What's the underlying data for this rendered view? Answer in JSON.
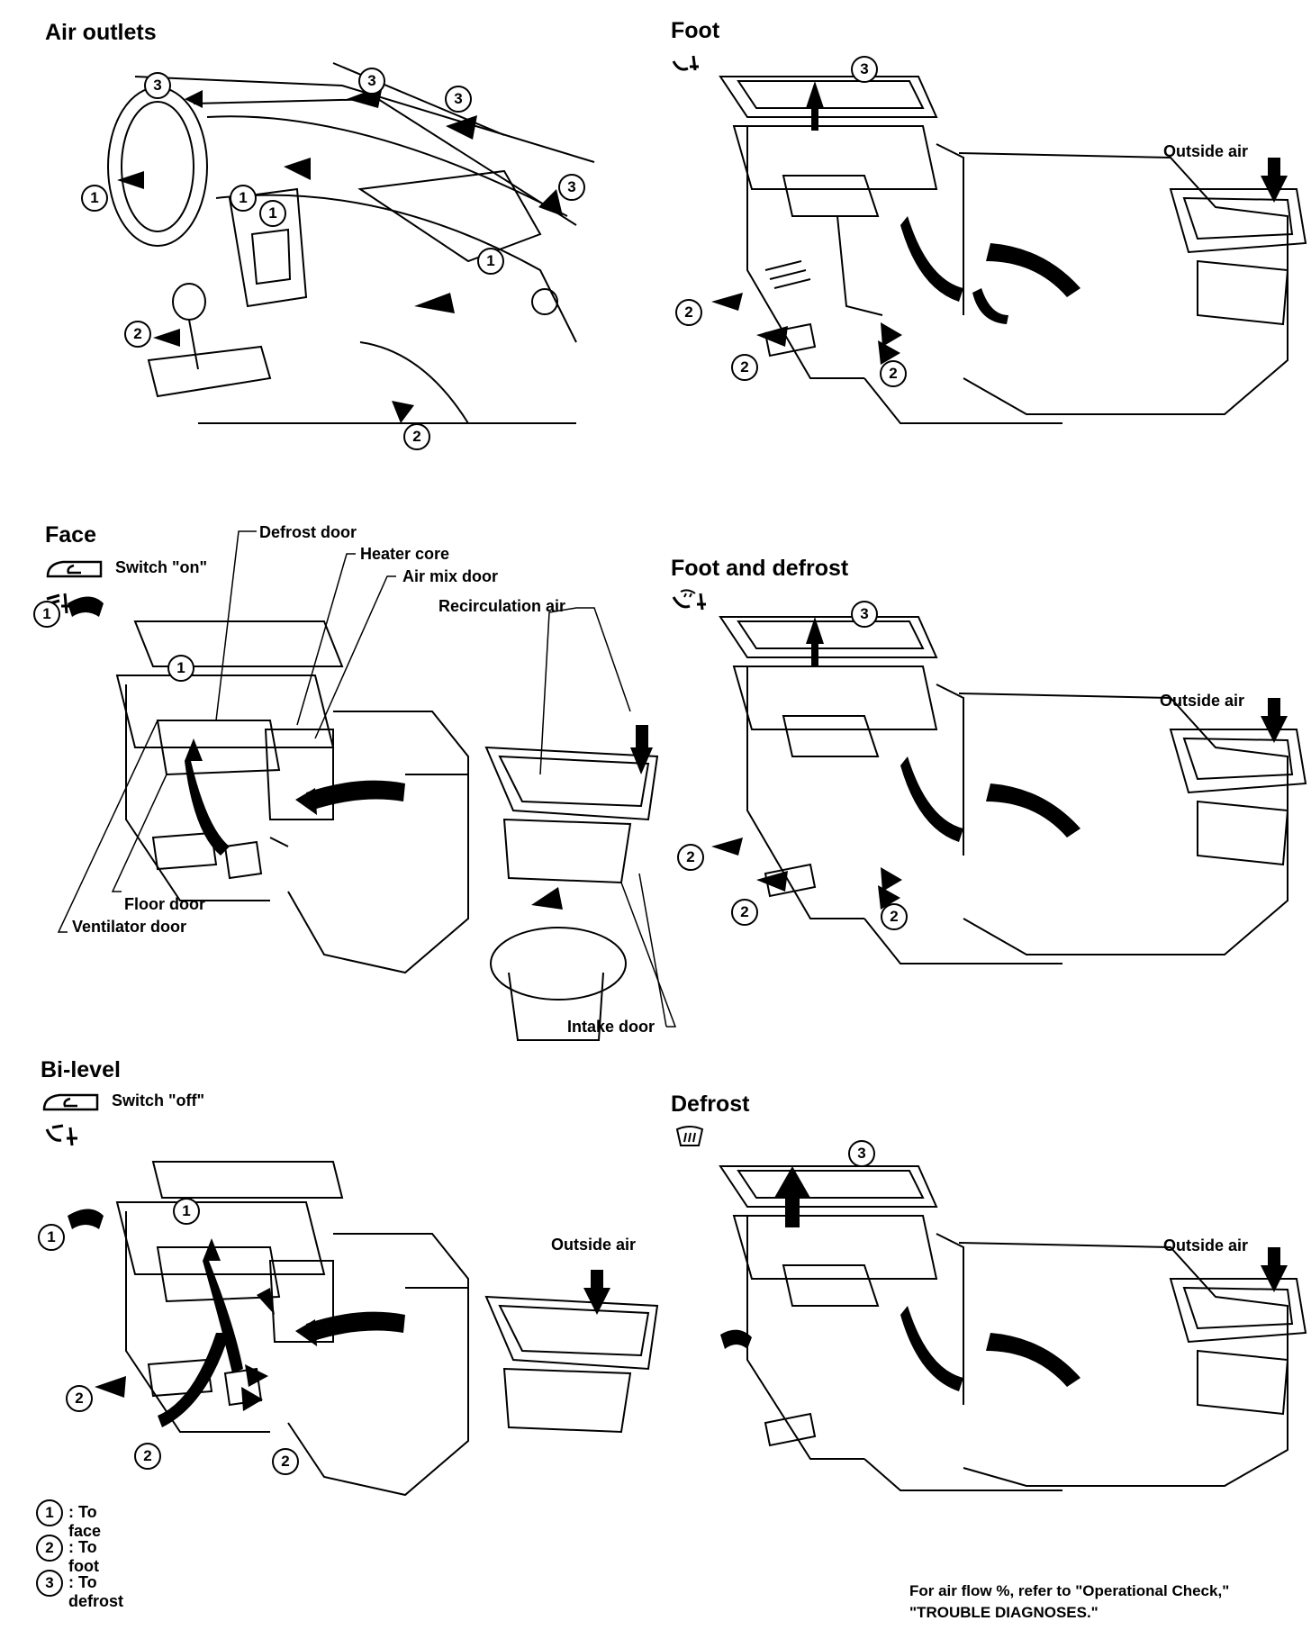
{
  "panels": {
    "air_outlets": {
      "title": "Air outlets"
    },
    "foot": {
      "title": "Foot",
      "outside_air": "Outside air"
    },
    "face": {
      "title": "Face",
      "switch_text": "Switch \"on\"",
      "labels": {
        "defrost_door": "Defrost door",
        "heater_core": "Heater core",
        "air_mix_door": "Air mix door",
        "recirculation_air": "Recirculation air",
        "floor_door": "Floor door",
        "ventilator_door": "Ventilator door",
        "intake_door": "Intake door"
      }
    },
    "foot_and_defrost": {
      "title": "Foot and defrost",
      "outside_air": "Outside air"
    },
    "bi_level": {
      "title": "Bi-level",
      "switch_text": "Switch \"off\"",
      "outside_air": "Outside air"
    },
    "defrost": {
      "title": "Defrost",
      "outside_air": "Outside air"
    }
  },
  "callout_numbers": {
    "one": "1",
    "two": "2",
    "three": "3"
  },
  "legend": [
    {
      "num": "1",
      "text": ": To face"
    },
    {
      "num": "2",
      "text": ": To foot"
    },
    {
      "num": "3",
      "text": ": To defrost"
    }
  ],
  "footnote": {
    "line1": "For air flow %, refer to \"Operational Check,\"",
    "line2": "\"TROUBLE DIAGNOSES.\""
  }
}
